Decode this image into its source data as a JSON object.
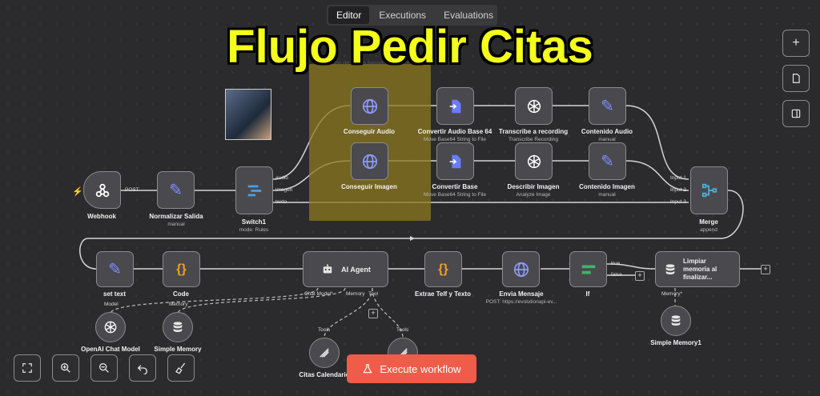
{
  "tabs": [
    {
      "label": "Editor"
    },
    {
      "label": "Executions"
    },
    {
      "label": "Evaluations"
    }
  ],
  "title": "Flujo Pedir Citas",
  "sticky_note": {
    "text": "Distribución de nodos basados en formato"
  },
  "nodes": {
    "webhook": {
      "label": "Webhook",
      "port": "POST"
    },
    "normalizar": {
      "label": "Normalizar Salida",
      "sub": "manual"
    },
    "switch1": {
      "label": "Switch1",
      "sub": "mode: Rules",
      "out_audio": "audio",
      "out_imagen": "imagen",
      "out_texto": "texto"
    },
    "conseguir_audio": {
      "label": "Conseguir Audio"
    },
    "conseguir_imagen": {
      "label": "Conseguir Imagen"
    },
    "convertir_audio": {
      "label": "Convertir Audio Base 64",
      "sub": "Move Base64 String to File"
    },
    "convertir_base": {
      "label": "Convertir Base",
      "sub": "Move Base64 String to File"
    },
    "transcribe": {
      "label": "Transcribe a recording",
      "sub": "Transcribe Recording"
    },
    "describir": {
      "label": "Describir Imagen",
      "sub": "Analyze Image"
    },
    "contenido_audio": {
      "label": "Contenido Audio",
      "sub": "manual"
    },
    "contenido_imagen": {
      "label": "Contenido Imagen",
      "sub": "manual"
    },
    "merge": {
      "label": "Merge",
      "sub": "append",
      "in1": "Input 1",
      "in2": "Input 2",
      "in3": "Input 3"
    },
    "set_text": {
      "label": "set text"
    },
    "code": {
      "label": "Code"
    },
    "ai_agent": {
      "label": "AI Agent",
      "port_model": "Chat Model*",
      "port_memory": "Memory",
      "port_tool": "Tool"
    },
    "extrae": {
      "label": "Extrae Telf y Texto"
    },
    "envia": {
      "label": "Envia Mensaje",
      "sub": "POST: https://evolutionapi-ev..."
    },
    "if": {
      "label": "If",
      "out_true": "true",
      "out_false": "false"
    },
    "limpiar": {
      "label": "Limpiar memoria al finalizar...",
      "port_memory": "Memory*"
    },
    "openai": {
      "label": "OpenAI Chat Model",
      "port": "Model"
    },
    "simple_memory": {
      "label": "Simple Memory",
      "port": "Memory"
    },
    "simple_memory1": {
      "label": "Simple Memory1"
    },
    "citas_calendario": {
      "label": "Citas Calendario",
      "port": "Tools"
    },
    "tool2": {
      "port": "Tools"
    }
  },
  "execute_button": {
    "label": "Execute workflow"
  },
  "colors": {
    "accent": "#ef5c4a",
    "title": "#f4ff1a",
    "sticky": "#8c781e"
  }
}
